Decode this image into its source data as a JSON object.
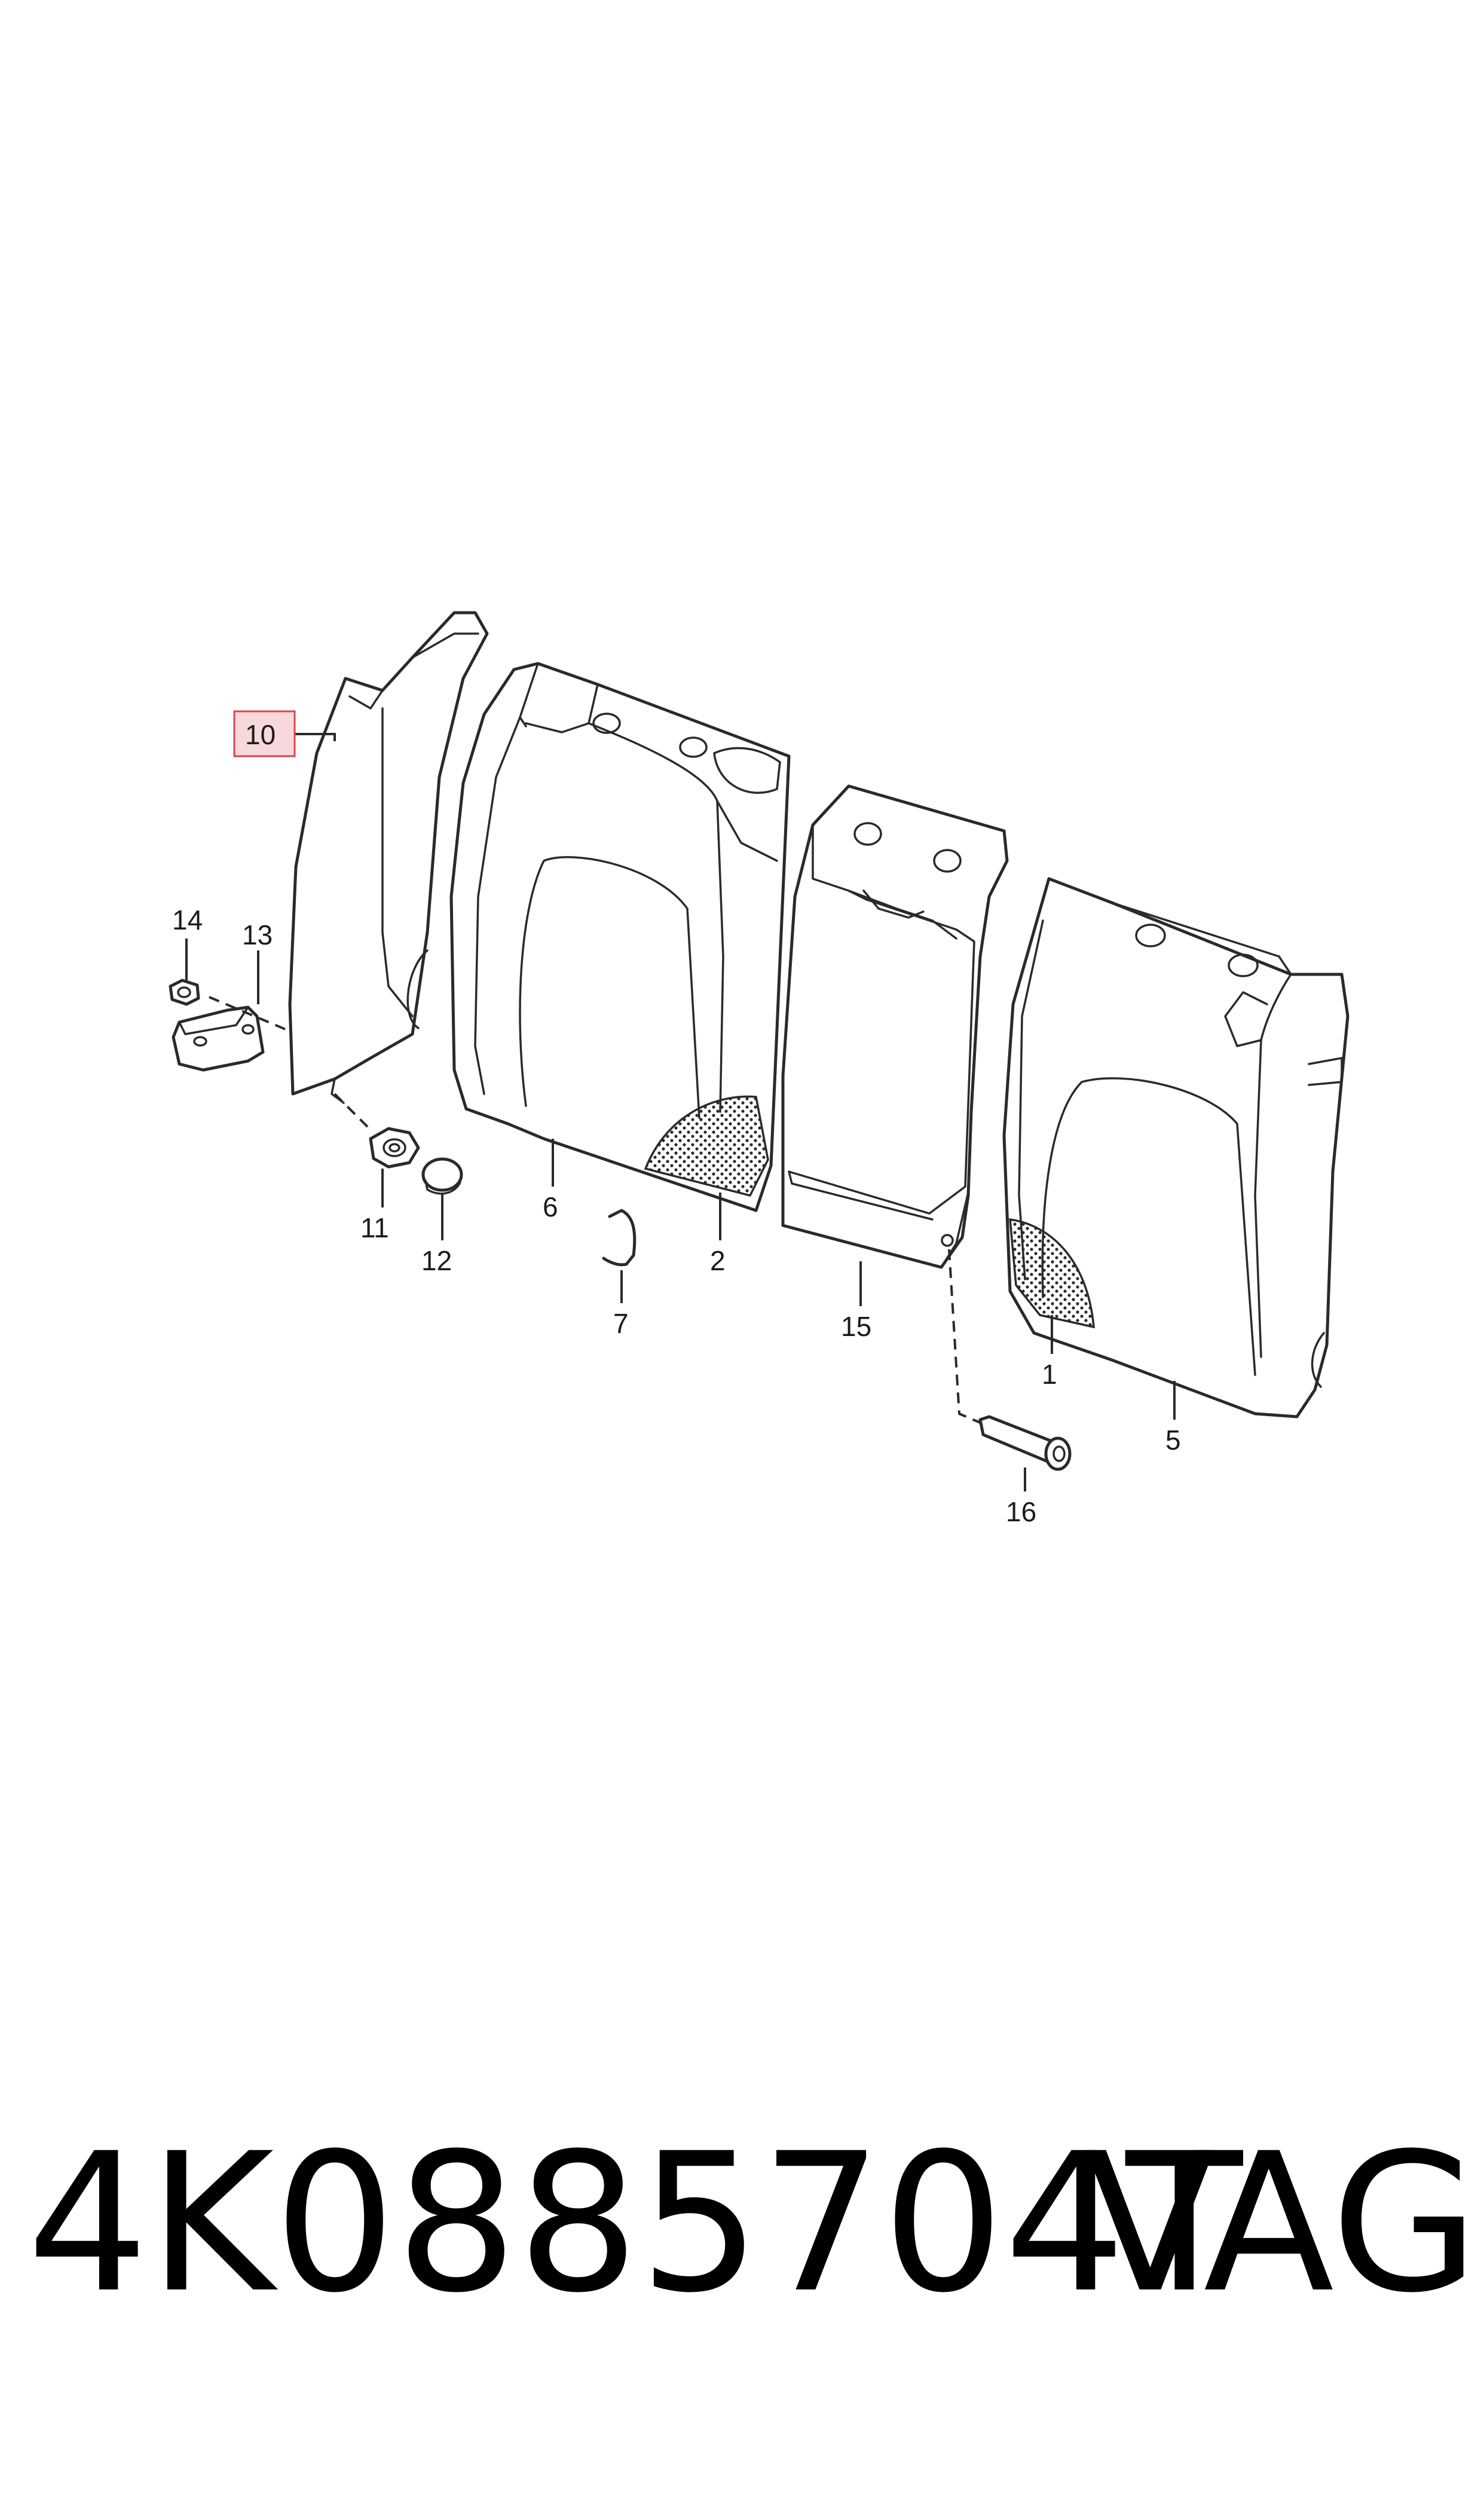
{
  "callouts": {
    "c1": "1",
    "c2": "2",
    "c5": "5",
    "c6": "6",
    "c7": "7",
    "c10": "10",
    "c11": "11",
    "c12": "12",
    "c13": "13",
    "c14": "14",
    "c15": "15",
    "c16": "16"
  },
  "footer": {
    "part_number": "4K0885704T",
    "brand": "VAG"
  },
  "colors": {
    "highlight_fill": "#f7d9dc",
    "highlight_border": "#d9434f",
    "line": "#2a2a2a"
  }
}
